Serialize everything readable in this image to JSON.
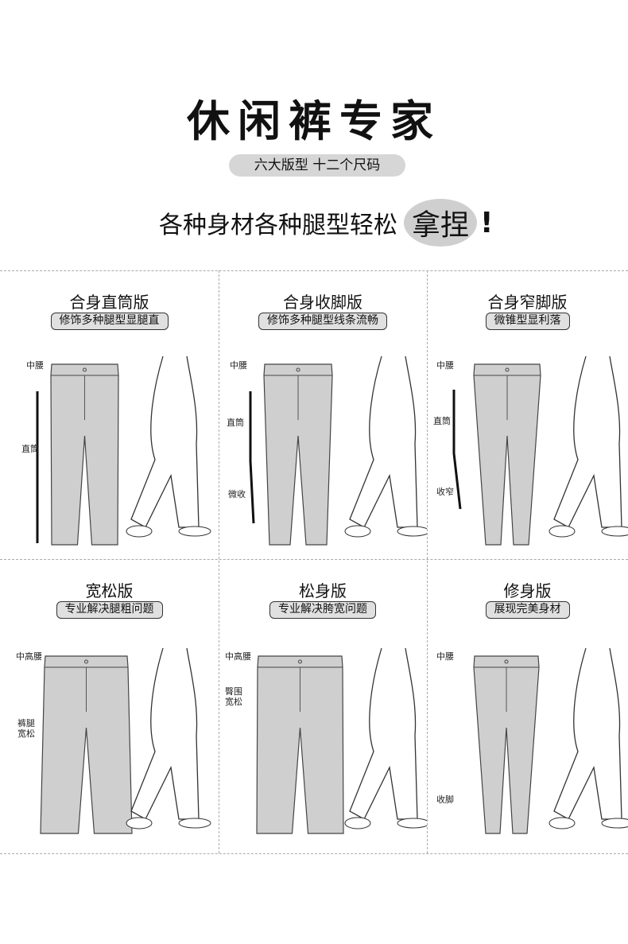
{
  "header": {
    "title": "休闲裤专家",
    "badge": "六大版型 十二个尺码",
    "tagline": "各种身材各种腿型轻松",
    "tagline_emphasis": "拿捏",
    "tagline_end": "!"
  },
  "colors": {
    "pants_fill": "#cfcfcf",
    "badge_bg": "#d6d6d6"
  },
  "styles": [
    {
      "name": "合身直筒版",
      "subtitle": "修饰多种腿型显腿直",
      "annotations": [
        "中腰",
        "直筒"
      ]
    },
    {
      "name": "合身收脚版",
      "subtitle": "修饰多种腿型线条流畅",
      "annotations": [
        "中腰",
        "直筒",
        "微收"
      ]
    },
    {
      "name": "合身窄脚版",
      "subtitle": "微锥型显利落",
      "annotations": [
        "中腰",
        "直筒",
        "收窄"
      ]
    },
    {
      "name": "宽松版",
      "subtitle": "专业解决腿粗问题",
      "annotations": [
        "中高腰",
        "裤腿\n宽松"
      ]
    },
    {
      "name": "松身版",
      "subtitle": "专业解决胯宽问题",
      "annotations": [
        "中高腰",
        "臀围\n宽松"
      ]
    },
    {
      "name": "修身版",
      "subtitle": "展现完美身材",
      "annotations": [
        "中腰",
        "收脚"
      ]
    }
  ]
}
